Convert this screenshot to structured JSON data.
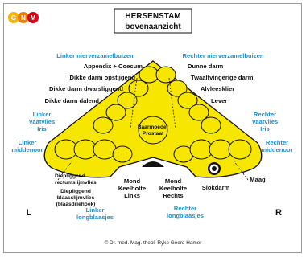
{
  "logo": {
    "letters": [
      "G",
      "N",
      "M"
    ],
    "colors": [
      "#f6b400",
      "#ef7d00",
      "#e2001a"
    ]
  },
  "title": {
    "line1": "HERSENSTAM",
    "line2": "bovenaanzicht"
  },
  "labels": {
    "linker_nierverzamelbuizen": "Linker nierverzamelbuizen",
    "rechter_nierverzamelbuizen": "Rechter nierverzamelbuizen",
    "appendix": "Appendix + Coecum",
    "dunne_darm": "Dunne darm",
    "dikke_darm_opstijgend": "Dikke darm opstijgend",
    "twaalfvingerige_darm": "Twaalfvingerige darm",
    "dikke_darm_dwarsliggend": "Dikke darm dwarsliggend",
    "alvleesklier": "Alvleesklier",
    "dikke_darm_dalend": "Dikke darm dalend",
    "lever": "Lever",
    "linker_vaatvlies_1": "Linker",
    "linker_vaatvlies_2": "Vaatvlies",
    "linker_vaatvlies_3": "Iris",
    "rechter_vaatvlies_1": "Rechter",
    "rechter_vaatvlies_2": "Vaatvlies",
    "rechter_vaatvlies_3": "Iris",
    "linker_middenoor_1": "Linker",
    "linker_middenoor_2": "middenoor",
    "rechter_middenoor_1": "Rechter",
    "rechter_middenoor_2": "middenoor",
    "baarmoeder_1": "Baarmoeder",
    "baarmoeder_2": "Prostaat",
    "diepliggend_rectum_1": "Diepliggend",
    "diepliggend_rectum_2": "rectumslijmvlies",
    "diepliggend_blaas_1": "Diepliggend",
    "diepliggend_blaas_2": "blaasslijmvlies",
    "diepliggend_blaas_3": "(blaasdriehoek)",
    "mond_links_1": "Mond",
    "mond_links_2": "Keelholte",
    "mond_links_3": "Links",
    "mond_rechts_1": "Mond",
    "mond_rechts_2": "Keelholte",
    "mond_rechts_3": "Rechts",
    "maag": "Maag",
    "slokdarm": "Slokdarm",
    "linker_longblaasjes_1": "Linker",
    "linker_longblaasjes_2": "longblaasjes",
    "rechter_longblaasjes_1": "Rechter",
    "rechter_longblaasjes_2": "longblaasjes",
    "side_left": "L",
    "side_right": "R"
  },
  "copyright": "© Dr. med. Mag. theol. Ryke Geerd Hamer",
  "colors": {
    "brainstem_fill": "#f7e600",
    "outline": "#111111",
    "blue_label": "#1f8fc6",
    "black_label": "#111111"
  }
}
